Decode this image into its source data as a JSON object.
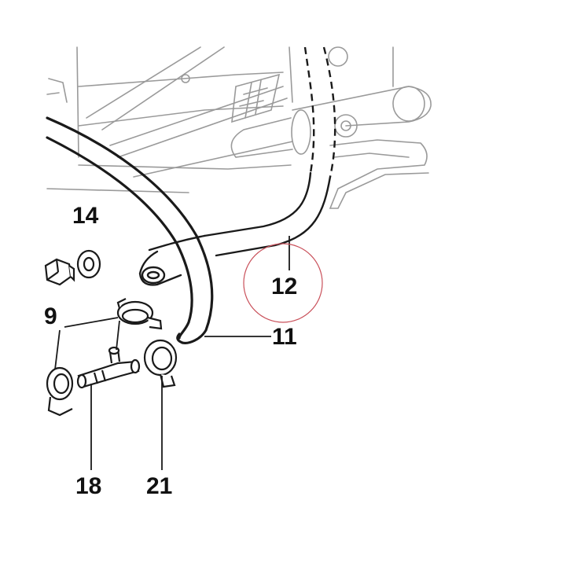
{
  "callouts": {
    "part_14": "14",
    "part_9": "9",
    "part_12": "12",
    "part_11": "11",
    "part_18": "18",
    "part_21": "21"
  },
  "colors": {
    "line": "#1a1a1a",
    "light_line": "#9a9a9a",
    "highlight_circle": "#c9505a",
    "background": "#ffffff"
  }
}
